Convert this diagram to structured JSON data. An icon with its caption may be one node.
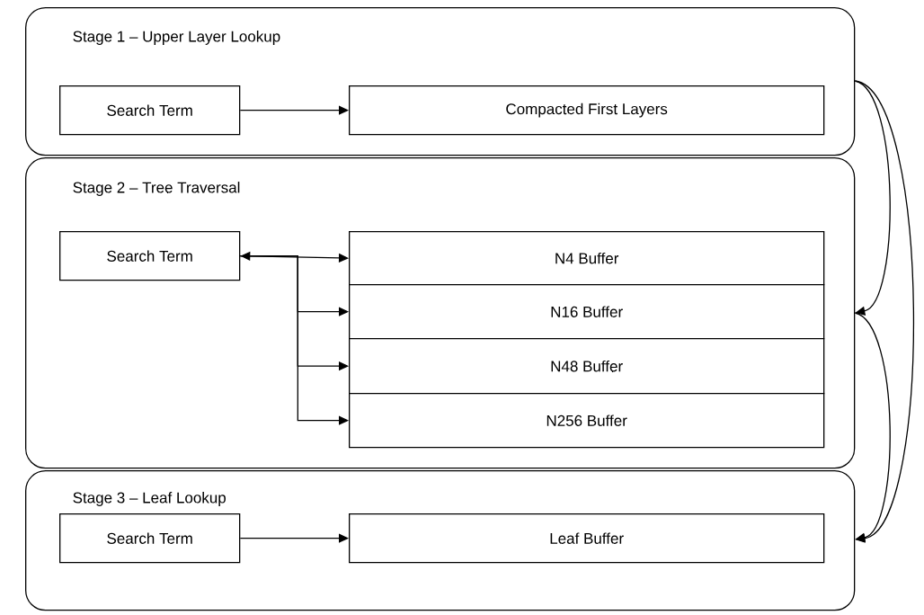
{
  "diagram": {
    "nodes": [
      {
        "text": [
          "Stage 1 – Upper Layer Lookup"
        ]
      },
      {
        "text": [
          "Search Term"
        ],
        "in": 0
      },
      {
        "text": [
          "Compacted First Layers"
        ],
        "in": 0
      },
      {
        "text": [
          "Stage 2 – Tree Traversal"
        ]
      },
      {
        "text": [
          "Search Term"
        ],
        "in": 3
      },
      {
        "text": [
          "N4 Buffer"
        ],
        "in": 3
      },
      {
        "text": [
          "N16 Buffer"
        ],
        "in": 3
      },
      {
        "text": [
          "N48 Buffer"
        ],
        "in": 3
      },
      {
        "text": [
          "N256 Buffer"
        ],
        "in": 3
      },
      {
        "text": [
          "Stage 3 – Leaf Lookup"
        ]
      },
      {
        "text": [
          "Search Term"
        ],
        "in": 9
      },
      {
        "text": [
          "Leaf Buffer"
        ],
        "in": 9
      }
    ],
    "edges": [
      {
        "from": 1,
        "to": 2,
        "arrow": "to"
      },
      {
        "from": 4,
        "to": 5,
        "arrow": "both"
      },
      {
        "from": 4,
        "to": 6,
        "arrow": "to"
      },
      {
        "from": 4,
        "to": 7,
        "arrow": "to"
      },
      {
        "from": 4,
        "to": 8,
        "arrow": "to"
      },
      {
        "from": 10,
        "to": 11,
        "arrow": "to"
      },
      {
        "from": 0,
        "to": 3,
        "arrow": "to"
      },
      {
        "from": 0,
        "to": 9,
        "arrow": "to"
      },
      {
        "from": 3,
        "to": 9,
        "arrow": "to"
      }
    ]
  }
}
